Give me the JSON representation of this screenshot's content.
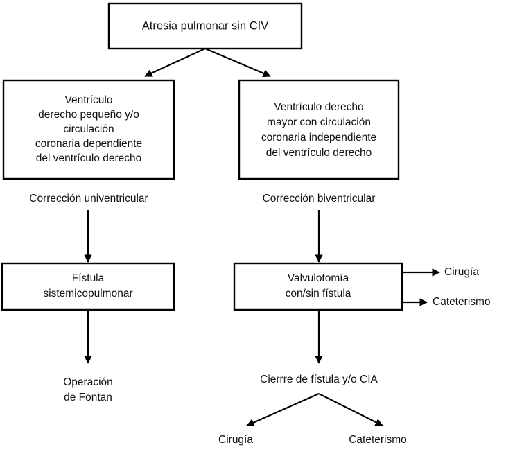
{
  "diagram": {
    "title": "Atresia pulmonar sin CIV",
    "type": "clinical-decision-flowchart",
    "language": "es",
    "colors": {
      "background": "#ffffff",
      "stroke": "#000000",
      "text": "#111111"
    },
    "nodes": {
      "root": {
        "id": "root",
        "label": "Atresia pulmonar sin CIV",
        "shape": "rectangle"
      },
      "left_branch_condition": {
        "id": "left-branch-condition",
        "shape": "rectangle",
        "lines": [
          "Ventrículo",
          "derecho pequeño y/o",
          "circulación",
          "coronaria dependiente",
          "del ventrículo derecho"
        ]
      },
      "right_branch_condition": {
        "id": "right-branch-condition",
        "shape": "rectangle",
        "lines": [
          "Ventrículo derecho",
          "mayor con circulación",
          "coronaria independiente",
          "del ventrículo derecho"
        ]
      },
      "left_correction_label": {
        "id": "left-correction-label",
        "label": "Corrección univentricular",
        "shape": "text"
      },
      "right_correction_label": {
        "id": "right-correction-label",
        "label": "Corrección biventricular",
        "shape": "text"
      },
      "left_procedure": {
        "id": "left-procedure",
        "shape": "rectangle",
        "lines": [
          "Fístula",
          "sistemicopulmonar"
        ]
      },
      "right_procedure": {
        "id": "right-procedure",
        "shape": "rectangle",
        "lines": [
          "Valvulotomía",
          "con/sin fístula"
        ]
      },
      "right_procedure_option_surgery": {
        "id": "right-procedure-option-surgery",
        "label": "Cirugía",
        "shape": "text"
      },
      "right_procedure_option_catheter": {
        "id": "right-procedure-option-catheter",
        "label": "Cateterismo",
        "shape": "text"
      },
      "left_outcome": {
        "id": "left-outcome",
        "shape": "text",
        "lines": [
          "Operación",
          "de Fontan"
        ]
      },
      "right_outcome": {
        "id": "right-outcome",
        "label": "Cierrre de fístula y/o CIA",
        "shape": "text"
      },
      "right_outcome_option_surgery": {
        "id": "right-outcome-option-surgery",
        "label": "Cirugía",
        "shape": "text"
      },
      "right_outcome_option_catheter": {
        "id": "right-outcome-option-catheter",
        "label": "Cateterismo",
        "shape": "text"
      }
    },
    "edges": [
      {
        "from": "root",
        "to": "left_branch_condition",
        "style": "arrow-diagonal"
      },
      {
        "from": "root",
        "to": "right_branch_condition",
        "style": "arrow-diagonal"
      },
      {
        "from": "left_branch_condition",
        "to": "left_procedure",
        "style": "arrow-vertical",
        "label": "Corrección univentricular"
      },
      {
        "from": "right_branch_condition",
        "to": "right_procedure",
        "style": "arrow-vertical",
        "label": "Corrección biventricular"
      },
      {
        "from": "left_procedure",
        "to": "left_outcome",
        "style": "arrow-vertical"
      },
      {
        "from": "right_procedure",
        "to": "right_procedure_option_surgery",
        "style": "arrow-horizontal"
      },
      {
        "from": "right_procedure",
        "to": "right_procedure_option_catheter",
        "style": "arrow-horizontal"
      },
      {
        "from": "right_procedure",
        "to": "right_outcome",
        "style": "arrow-vertical"
      },
      {
        "from": "right_outcome",
        "to": "right_outcome_option_surgery",
        "style": "arrow-diagonal"
      },
      {
        "from": "right_outcome",
        "to": "right_outcome_option_catheter",
        "style": "arrow-diagonal"
      }
    ]
  }
}
